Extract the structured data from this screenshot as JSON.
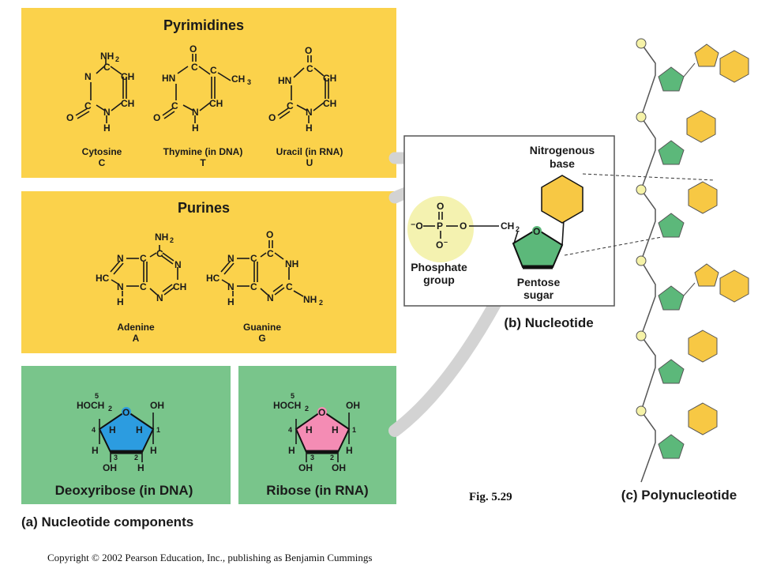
{
  "colors": {
    "yellow_panel": "#fbd24b",
    "green_panel": "#79c58b",
    "gold_base": "#f7c844",
    "green_sugar": "#5cb87a",
    "blue_sugar": "#2c9ce0",
    "pink_sugar": "#f48cb4",
    "phosphate_glow": "#f4f2b0",
    "phosphate_bead": "#f6f3a8",
    "arrow_gray": "#d3d3d3"
  },
  "pyrimidines": {
    "title": "Pyrimidines",
    "molecules": [
      {
        "name": "Cytosine",
        "abbr": "C"
      },
      {
        "name": "Thymine (in DNA)",
        "abbr": "T"
      },
      {
        "name": "Uracil (in RNA)",
        "abbr": "U"
      }
    ]
  },
  "purines": {
    "title": "Purines",
    "molecules": [
      {
        "name": "Adenine",
        "abbr": "A"
      },
      {
        "name": "Guanine",
        "abbr": "G"
      }
    ]
  },
  "sugars": {
    "deoxyribose_label": "Deoxyribose (in DNA)",
    "ribose_label": "Ribose (in RNA)"
  },
  "nucleotide": {
    "base_label_1": "Nitrogenous",
    "base_label_2": "base",
    "phosphate_label_1": "Phosphate",
    "phosphate_label_2": "group",
    "sugar_label_1": "Pentose",
    "sugar_label_2": "sugar",
    "caption": "(b) Nucleotide"
  },
  "captions": {
    "components": "(a) Nucleotide components",
    "polynucleotide": "(c) Polynucleotide",
    "figure": "Fig. 5.29",
    "copyright": "Copyright © 2002 Pearson Education, Inc., publishing as Benjamin Cummings"
  },
  "atoms": {
    "N": "N",
    "C": "C",
    "O": "O",
    "H": "H",
    "CH": "CH",
    "HC": "HC",
    "HN": "HN",
    "NH": "NH",
    "NH2": "NH",
    "CH3": "CH",
    "CH2": "CH",
    "HOCH2": "HOCH",
    "OH": "OH",
    "P": "P",
    "Ominus": "O",
    "minus_left": "⁻O",
    "sub2": "2",
    "sub3": "3",
    "n1": "1",
    "n2": "2",
    "n3": "3",
    "n4": "4",
    "n5": "5"
  }
}
